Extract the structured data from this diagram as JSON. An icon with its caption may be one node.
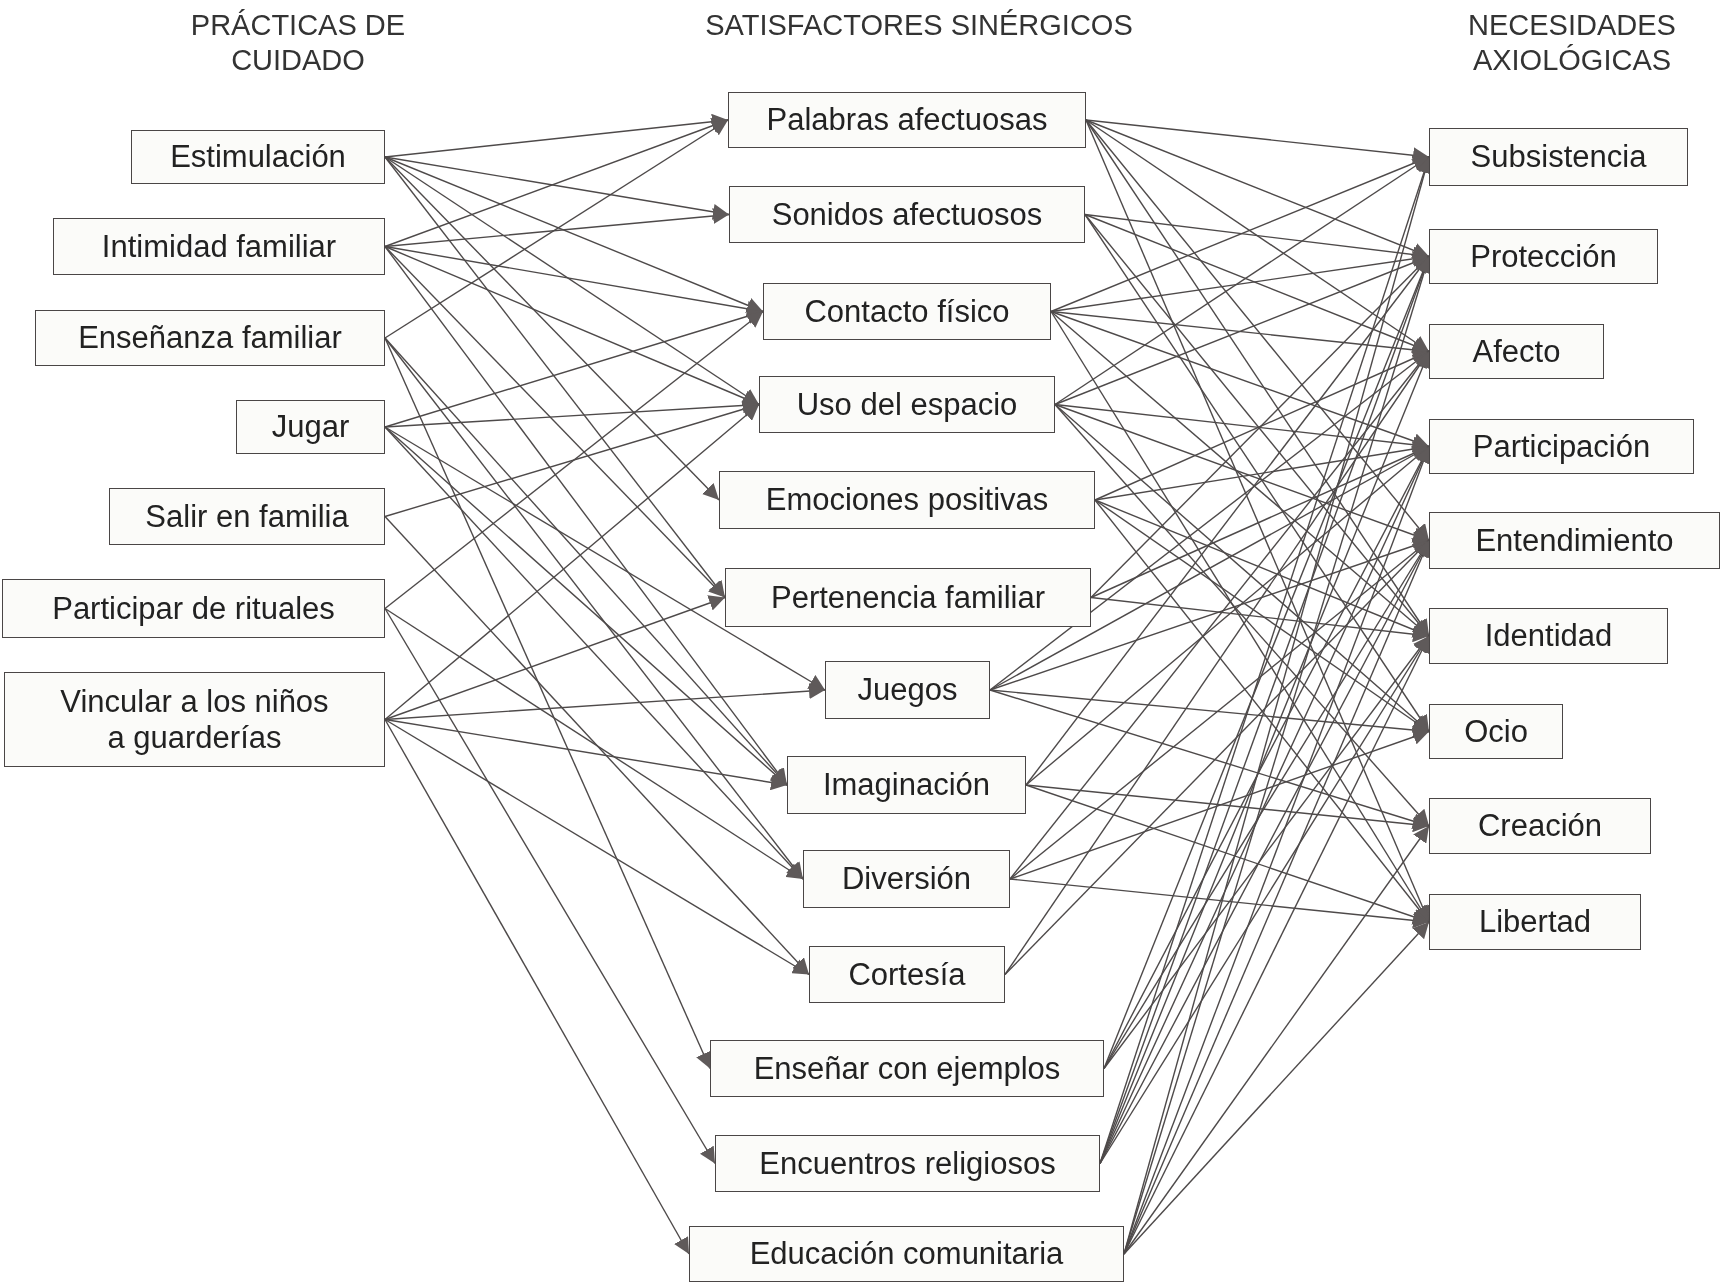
{
  "diagram": {
    "nodes": [
      {
        "text": [
          "Estimulación"
        ]
      },
      {
        "text": [
          "Intimidad familiar"
        ]
      },
      {
        "text": [
          "Enseñanza familiar"
        ]
      },
      {
        "text": [
          "Jugar"
        ]
      },
      {
        "text": [
          "Salir en familia"
        ]
      },
      {
        "text": [
          "Participar de rituales"
        ]
      },
      {
        "text": [
          "Vincular a los niños a guarderías"
        ]
      },
      {
        "text": [
          "Palabras afectuosas"
        ]
      },
      {
        "text": [
          "Sonidos afectuosos"
        ]
      },
      {
        "text": [
          "Contacto físico"
        ]
      },
      {
        "text": [
          "Uso del espacio"
        ]
      },
      {
        "text": [
          "Emociones positivas"
        ]
      },
      {
        "text": [
          "Pertenencia familiar"
        ]
      },
      {
        "text": [
          "Juegos"
        ]
      },
      {
        "text": [
          "Imaginación"
        ]
      },
      {
        "text": [
          "Diversión"
        ]
      },
      {
        "text": [
          "Cortesía"
        ]
      },
      {
        "text": [
          "Enseñar con ejemplos"
        ]
      },
      {
        "text": [
          "Encuentros religiosos"
        ]
      },
      {
        "text": [
          "Educación comunitaria"
        ]
      },
      {
        "text": [
          "Subsistencia"
        ]
      },
      {
        "text": [
          "Protección"
        ]
      },
      {
        "text": [
          "Afecto"
        ]
      },
      {
        "text": [
          "Participación"
        ]
      },
      {
        "text": [
          "Entendimiento"
        ]
      },
      {
        "text": [
          "Identidad"
        ]
      },
      {
        "text": [
          "Ocio"
        ]
      },
      {
        "text": [
          "Creación"
        ]
      },
      {
        "text": [
          "Libertad"
        ]
      }
    ],
    "edges": [
      {
        "from": 0,
        "to": 7,
        "arrow": "to"
      },
      {
        "from": 0,
        "to": 8,
        "arrow": "to"
      },
      {
        "from": 0,
        "to": 9,
        "arrow": "to"
      },
      {
        "from": 0,
        "to": 10,
        "arrow": "to"
      },
      {
        "from": 0,
        "to": 11,
        "arrow": "to"
      },
      {
        "from": 0,
        "to": 12,
        "arrow": "to"
      },
      {
        "from": 1,
        "to": 7,
        "arrow": "to"
      },
      {
        "from": 1,
        "to": 8,
        "arrow": "to"
      },
      {
        "from": 1,
        "to": 9,
        "arrow": "to"
      },
      {
        "from": 1,
        "to": 10,
        "arrow": "to"
      },
      {
        "from": 1,
        "to": 12,
        "arrow": "to"
      },
      {
        "from": 1,
        "to": 14,
        "arrow": "to"
      },
      {
        "from": 2,
        "to": 7,
        "arrow": "to"
      },
      {
        "from": 2,
        "to": 14,
        "arrow": "to"
      },
      {
        "from": 2,
        "to": 15,
        "arrow": "to"
      },
      {
        "from": 2,
        "to": 17,
        "arrow": "to"
      },
      {
        "from": 3,
        "to": 9,
        "arrow": "to"
      },
      {
        "from": 3,
        "to": 10,
        "arrow": "to"
      },
      {
        "from": 3,
        "to": 13,
        "arrow": "to"
      },
      {
        "from": 3,
        "to": 14,
        "arrow": "to"
      },
      {
        "from": 3,
        "to": 15,
        "arrow": "to"
      },
      {
        "from": 4,
        "to": 10,
        "arrow": "to"
      },
      {
        "from": 4,
        "to": 16,
        "arrow": "to"
      },
      {
        "from": 5,
        "to": 9,
        "arrow": "to"
      },
      {
        "from": 5,
        "to": 15,
        "arrow": "to"
      },
      {
        "from": 5,
        "to": 18,
        "arrow": "to"
      },
      {
        "from": 6,
        "to": 10,
        "arrow": "to"
      },
      {
        "from": 6,
        "to": 12,
        "arrow": "to"
      },
      {
        "from": 6,
        "to": 13,
        "arrow": "to"
      },
      {
        "from": 6,
        "to": 14,
        "arrow": "to"
      },
      {
        "from": 6,
        "to": 16,
        "arrow": "to"
      },
      {
        "from": 6,
        "to": 19,
        "arrow": "to"
      },
      {
        "from": 7,
        "to": 20,
        "arrow": "to"
      },
      {
        "from": 7,
        "to": 21,
        "arrow": "to"
      },
      {
        "from": 7,
        "to": 22,
        "arrow": "to"
      },
      {
        "from": 7,
        "to": 24,
        "arrow": "to"
      },
      {
        "from": 7,
        "to": 25,
        "arrow": "to"
      },
      {
        "from": 7,
        "to": 28,
        "arrow": "to"
      },
      {
        "from": 8,
        "to": 21,
        "arrow": "to"
      },
      {
        "from": 8,
        "to": 22,
        "arrow": "to"
      },
      {
        "from": 8,
        "to": 25,
        "arrow": "to"
      },
      {
        "from": 8,
        "to": 26,
        "arrow": "to"
      },
      {
        "from": 9,
        "to": 20,
        "arrow": "to"
      },
      {
        "from": 9,
        "to": 21,
        "arrow": "to"
      },
      {
        "from": 9,
        "to": 22,
        "arrow": "to"
      },
      {
        "from": 9,
        "to": 23,
        "arrow": "to"
      },
      {
        "from": 9,
        "to": 25,
        "arrow": "to"
      },
      {
        "from": 9,
        "to": 28,
        "arrow": "to"
      },
      {
        "from": 10,
        "to": 20,
        "arrow": "to"
      },
      {
        "from": 10,
        "to": 21,
        "arrow": "to"
      },
      {
        "from": 10,
        "to": 23,
        "arrow": "to"
      },
      {
        "from": 10,
        "to": 24,
        "arrow": "to"
      },
      {
        "from": 10,
        "to": 26,
        "arrow": "to"
      },
      {
        "from": 10,
        "to": 27,
        "arrow": "to"
      },
      {
        "from": 11,
        "to": 22,
        "arrow": "to"
      },
      {
        "from": 11,
        "to": 23,
        "arrow": "to"
      },
      {
        "from": 11,
        "to": 25,
        "arrow": "to"
      },
      {
        "from": 11,
        "to": 26,
        "arrow": "to"
      },
      {
        "from": 11,
        "to": 28,
        "arrow": "to"
      },
      {
        "from": 12,
        "to": 21,
        "arrow": "to"
      },
      {
        "from": 12,
        "to": 23,
        "arrow": "to"
      },
      {
        "from": 12,
        "to": 25,
        "arrow": "to"
      },
      {
        "from": 13,
        "to": 22,
        "arrow": "to"
      },
      {
        "from": 13,
        "to": 23,
        "arrow": "to"
      },
      {
        "from": 13,
        "to": 24,
        "arrow": "to"
      },
      {
        "from": 13,
        "to": 26,
        "arrow": "to"
      },
      {
        "from": 13,
        "to": 27,
        "arrow": "to"
      },
      {
        "from": 14,
        "to": 21,
        "arrow": "to"
      },
      {
        "from": 14,
        "to": 23,
        "arrow": "to"
      },
      {
        "from": 14,
        "to": 27,
        "arrow": "to"
      },
      {
        "from": 14,
        "to": 28,
        "arrow": "to"
      },
      {
        "from": 15,
        "to": 22,
        "arrow": "to"
      },
      {
        "from": 15,
        "to": 24,
        "arrow": "to"
      },
      {
        "from": 15,
        "to": 26,
        "arrow": "to"
      },
      {
        "from": 15,
        "to": 28,
        "arrow": "to"
      },
      {
        "from": 16,
        "to": 22,
        "arrow": "to"
      },
      {
        "from": 16,
        "to": 24,
        "arrow": "to"
      },
      {
        "from": 17,
        "to": 21,
        "arrow": "to"
      },
      {
        "from": 17,
        "to": 23,
        "arrow": "to"
      },
      {
        "from": 17,
        "to": 24,
        "arrow": "to"
      },
      {
        "from": 17,
        "to": 25,
        "arrow": "to"
      },
      {
        "from": 18,
        "to": 20,
        "arrow": "to"
      },
      {
        "from": 18,
        "to": 21,
        "arrow": "to"
      },
      {
        "from": 18,
        "to": 22,
        "arrow": "to"
      },
      {
        "from": 18,
        "to": 23,
        "arrow": "to"
      },
      {
        "from": 18,
        "to": 24,
        "arrow": "to"
      },
      {
        "from": 18,
        "to": 25,
        "arrow": "to"
      },
      {
        "from": 19,
        "to": 20,
        "arrow": "to"
      },
      {
        "from": 19,
        "to": 21,
        "arrow": "to"
      },
      {
        "from": 19,
        "to": 23,
        "arrow": "to"
      },
      {
        "from": 19,
        "to": 24,
        "arrow": "to"
      },
      {
        "from": 19,
        "to": 25,
        "arrow": "to"
      },
      {
        "from": 19,
        "to": 27,
        "arrow": "to"
      },
      {
        "from": 19,
        "to": 28,
        "arrow": "to"
      }
    ],
    "labels": [
      "PRÁCTICAS DE CUIDADO",
      "SATISFACTORES SINÉRGICOS",
      "NECESIDADES AXIOLÓGICAS"
    ]
  }
}
